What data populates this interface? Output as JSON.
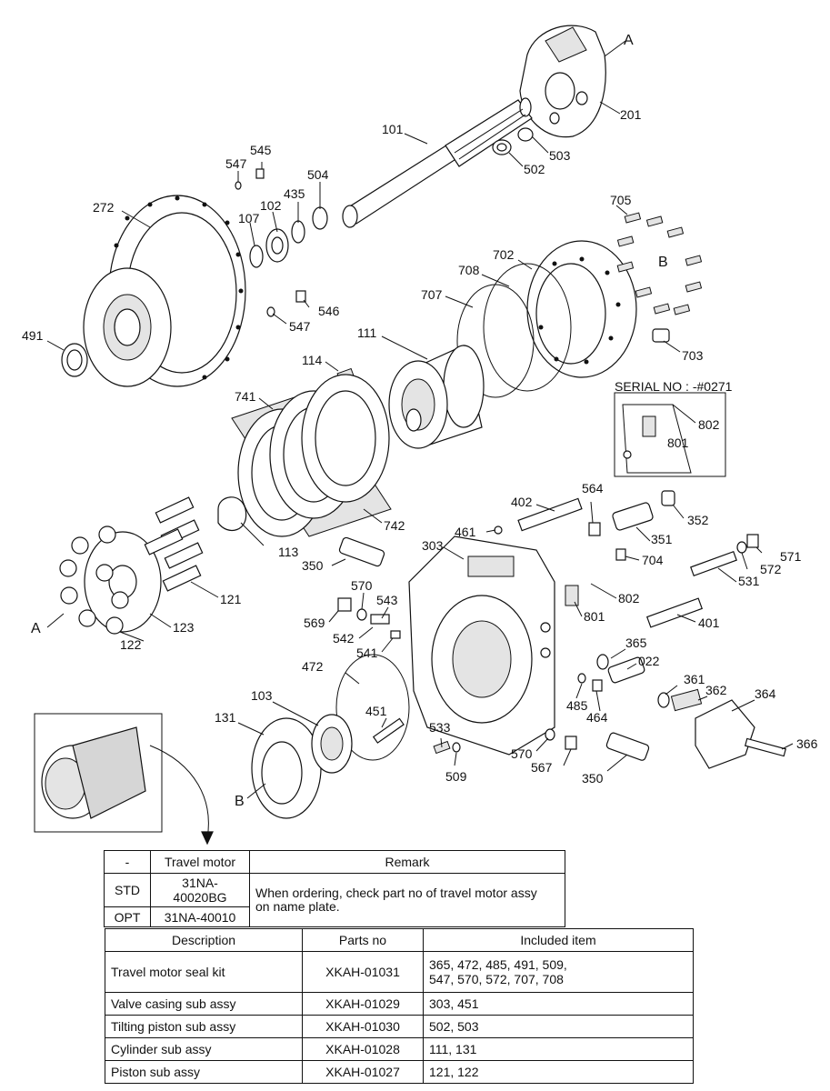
{
  "diagram": {
    "serial_box_label": "SERIAL NO : -#0271",
    "section_markers": {
      "a_top": "A",
      "a_left": "A",
      "b_right": "B",
      "b_bottom": "B"
    },
    "callouts": {
      "c201": "201",
      "c101": "101",
      "c503": "503",
      "c502": "502",
      "c545": "545",
      "c547a": "547",
      "c504": "504",
      "c435": "435",
      "c102": "102",
      "c107": "107",
      "c272": "272",
      "c705": "705",
      "c702": "702",
      "c708": "708",
      "c707": "707",
      "c546": "546",
      "c547b": "547",
      "c491": "491",
      "c111": "111",
      "c703": "703",
      "c114": "114",
      "c741": "741",
      "c742": "742",
      "c802a": "802",
      "c801a": "801",
      "c402": "402",
      "c564": "564",
      "c352": "352",
      "c461": "461",
      "c303": "303",
      "c351": "351",
      "c704": "704",
      "c571": "571",
      "c572": "572",
      "c531": "531",
      "c113": "113",
      "c350a": "350",
      "c570a": "570",
      "c543": "543",
      "c569": "569",
      "c542": "542",
      "c541": "541",
      "c802b": "802",
      "c801b": "801",
      "c401": "401",
      "c121": "121",
      "c123": "123",
      "c122": "122",
      "c365": "365",
      "c022": "022",
      "c472": "472",
      "c451": "451",
      "c485": "485",
      "c464": "464",
      "c361": "361",
      "c362": "362",
      "c364": "364",
      "c103": "103",
      "c131": "131",
      "c533": "533",
      "c509": "509",
      "c570b": "570",
      "c567": "567",
      "c350b": "350",
      "c366": "366"
    }
  },
  "variant_table": {
    "headers": [
      "-",
      "Travel motor",
      "Remark"
    ],
    "rows": [
      {
        "type": "STD",
        "part": "31NA-40020BG"
      },
      {
        "type": "OPT",
        "part": "31NA-40010"
      }
    ],
    "remark_line1": "When ordering, check part no of travel motor assy",
    "remark_line2": "on name plate."
  },
  "kit_table": {
    "headers": [
      "Description",
      "Parts no",
      "Included item"
    ],
    "rows": [
      {
        "description": "Travel motor seal kit",
        "parts_no": "XKAH-01031",
        "included_line1": "365,  472, 485, 491,  509,",
        "included_line2": "547, 570, 572, 707, 708"
      },
      {
        "description": "Valve casing sub assy",
        "parts_no": "XKAH-01029",
        "included_line1": "303, 451",
        "included_line2": ""
      },
      {
        "description": "Tilting piston sub assy",
        "parts_no": "XKAH-01030",
        "included_line1": "502, 503",
        "included_line2": ""
      },
      {
        "description": "Cylinder sub assy",
        "parts_no": "XKAH-01028",
        "included_line1": "111, 131",
        "included_line2": ""
      },
      {
        "description": "Piston sub assy",
        "parts_no": "XKAH-01027",
        "included_line1": "121, 122",
        "included_line2": ""
      }
    ]
  }
}
